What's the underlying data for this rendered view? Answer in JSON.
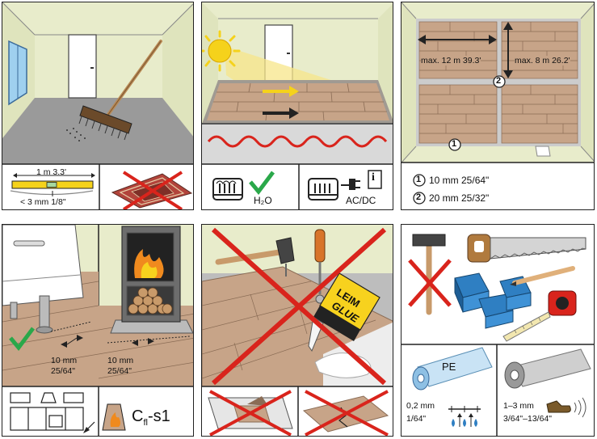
{
  "colors": {
    "wall": "#e8eccb",
    "floor_grey": "#9a9a9a",
    "wood": "#c7a488",
    "wood_dark": "#a8876c",
    "red": "#d9241c",
    "green": "#2aa84a",
    "sun": "#f5d21b",
    "blue": "#2f7fc2",
    "yellow": "#f7d21e"
  },
  "panel1": {
    "level_length": "1 m  3.3'",
    "level_tolerance": "< 3 mm  1/8\""
  },
  "panel2": {
    "water_label": "H₂O",
    "power_label": "AC/DC",
    "info_glyph": "i"
  },
  "panel3": {
    "max_length": "max. 12 m  39.3'",
    "max_width": "max. 8 m  26.2'",
    "marker_1": "1",
    "marker_2": "2",
    "gap_1": "10 mm  25/64\"",
    "gap_2": "20 mm  25/32\""
  },
  "panel4": {
    "gap_a_mm": "10 mm",
    "gap_a_in": "25/64\"",
    "gap_b_mm": "10 mm",
    "gap_b_in": "25/64\"",
    "fire_class": "C",
    "fire_class_sub": "fl",
    "fire_class_suffix": "-s1"
  },
  "panel5": {
    "glue_line1": "LEIM",
    "glue_line2": "GLUE"
  },
  "panel6": {
    "pe_label": "PE",
    "pe_thickness_mm": "0,2 mm",
    "pe_thickness_in": "1/64\"",
    "underlay_thickness_mm": "1–3 mm",
    "underlay_thickness_in": "3/64\"–13/64\""
  },
  "icons": [
    "broom-icon",
    "spirit-level-icon",
    "rug-crossed-icon",
    "sun-icon",
    "door-icon",
    "radiator-icon",
    "checkmark-icon",
    "plug-icon",
    "info-icon",
    "kitchen-icon",
    "stove-fire-icon",
    "hammer-icon",
    "screwdriver-icon",
    "glue-tube-icon",
    "saw-icon",
    "pencil-icon",
    "tape-measure-icon",
    "spacer-wedges-icon",
    "foil-roll-icon",
    "underlay-roll-icon",
    "water-drops-icon"
  ]
}
